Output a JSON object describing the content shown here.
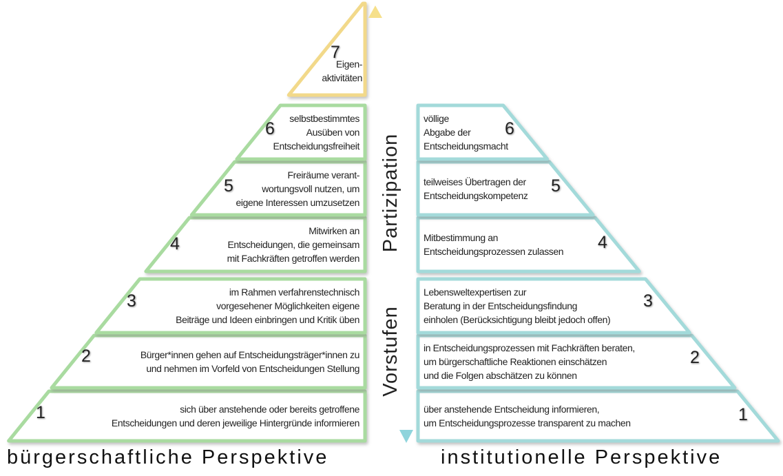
{
  "colors": {
    "left_stroke": "#a9dba0",
    "top_stroke": "#f2d98a",
    "right_stroke": "#a3dada",
    "up_arrow_top": "#f6e08a",
    "up_arrow_bottom": "#b9e3a2",
    "down_arrow_top": "#9aa0a6",
    "down_arrow_bottom": "#8fd4dc"
  },
  "axis": {
    "top_label": "Partizipation",
    "bottom_label": "Vorstufen"
  },
  "left": {
    "title": "bürgerschaftliche Perspektive",
    "levels": [
      {
        "number": "1",
        "lines": [
          "sich über anstehende oder bereits getroffene",
          "Entscheidungen und deren jeweilige Hintergründe informieren"
        ]
      },
      {
        "number": "2",
        "lines": [
          "Bürger*innen gehen auf Entscheidungsträger*innen zu",
          "und nehmen im Vorfeld von Entscheidungen Stellung"
        ]
      },
      {
        "number": "3",
        "lines": [
          "im Rahmen verfahrenstechnisch",
          "vorgesehener Möglichkeiten eigene",
          "Beiträge und Ideen einbringen und Kritik üben"
        ]
      },
      {
        "number": "4",
        "lines": [
          "Mitwirken an",
          "Entscheidungen, die gemeinsam",
          "mit Fachkräften getroffen werden"
        ]
      },
      {
        "number": "5",
        "lines": [
          "Freiräume verant-",
          "wortungsvoll nutzen, um",
          "eigene Interessen umzusetzen"
        ]
      },
      {
        "number": "6",
        "lines": [
          "selbstbestimmtes",
          "Ausüben von",
          "Entscheidungsfreiheit"
        ]
      },
      {
        "number": "7",
        "lines": [
          "Eigen-",
          "aktivitäten"
        ]
      }
    ]
  },
  "right": {
    "title": "institutionelle Perspektive",
    "levels": [
      {
        "number": "1",
        "lines": [
          "über anstehende Entscheidung informieren,",
          "um Entscheidungsprozesse transparent zu machen"
        ]
      },
      {
        "number": "2",
        "lines": [
          "in Entscheidungsprozessen mit Fachkräften beraten,",
          "um bürgerschaftliche Reaktionen einschätzen",
          "und die Folgen abschätzen zu können"
        ]
      },
      {
        "number": "3",
        "lines": [
          "Lebensweltexpertisen zur",
          "Beratung in der Entscheidungsfindung",
          "einholen (Berücksichtigung bleibt jedoch offen)"
        ]
      },
      {
        "number": "4",
        "lines": [
          "Mitbestimmung an",
          "Entscheidungsprozessen zulassen"
        ]
      },
      {
        "number": "5",
        "lines": [
          "teilweises Übertragen der",
          "Entscheidungskompetenz"
        ]
      },
      {
        "number": "6",
        "lines": [
          "völlige",
          "Abgabe der",
          "Entscheidungsmacht"
        ]
      }
    ]
  }
}
